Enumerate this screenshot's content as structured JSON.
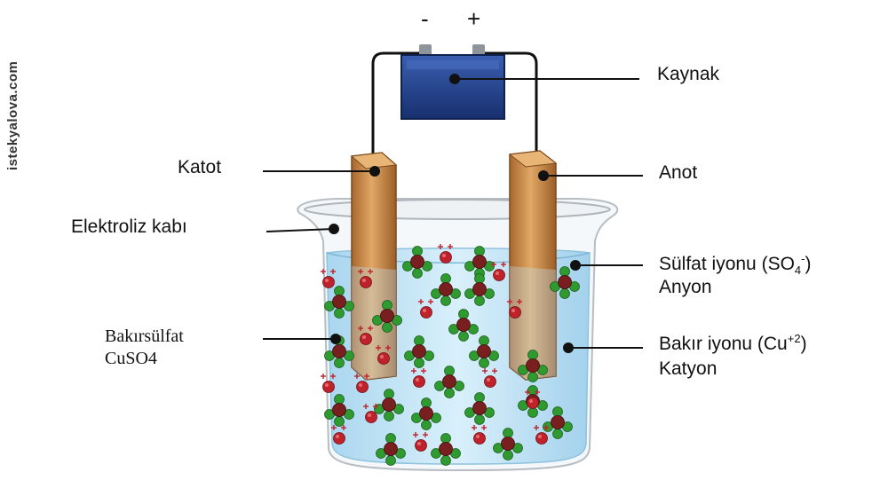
{
  "watermark": "istekyalova.com",
  "battery": {
    "minus": "-",
    "plus": "+"
  },
  "labels": {
    "kaynak": "Kaynak",
    "katot": "Katot",
    "anot": "Anot",
    "kap": "Elektroliz kabı",
    "sulfat_main": "Sülfat iyonu (SO",
    "sulfat_sub": "4",
    "sulfat_sup": "-",
    "sulfat_close": ")",
    "anyon": "Anyon",
    "bakir_main": "Bakır iyonu (Cu",
    "bakir_sup": "+2",
    "bakir_close": ")",
    "katyon": "Katyon",
    "solution_name": "Bakırsülfat",
    "solution_formula": "CuSO4"
  },
  "colors": {
    "battery": "#1e3f8a",
    "electrode": "#c98a4a",
    "solution": "#bfe3f6",
    "sulfate_center": "#7a1f1f",
    "sulfate_oxygen": "#2f9a2f",
    "copper_ion": "#c0222b"
  }
}
